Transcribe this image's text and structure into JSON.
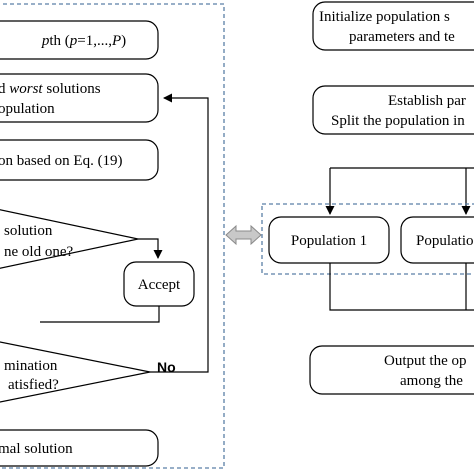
{
  "left": {
    "step1_pre": "",
    "step1_p": "p",
    "step1_mid": "th (",
    "step1_p2": "p",
    "step1_rest": "=1,...,",
    "step1_P": "P",
    "step1_close": ")",
    "step2_line1_pre": "d ",
    "step2_line1_em": "worst",
    "step2_line1_post": " solutions",
    "step2_line2": "opulation",
    "step3": "on based on Eq. (19)",
    "decision1_line1": "solution",
    "decision1_line2": "ne old one?",
    "accept": "Accept",
    "decision2_line1": "mination",
    "decision2_line2": "atisfied?",
    "no_label": "No",
    "final": "mal solution"
  },
  "right": {
    "init_line1": "Initialize population s",
    "init_line2": "parameters and te",
    "establish_line1": "Establish par",
    "establish_line2": "Split the population in",
    "pop1": "Population 1",
    "pop2": "Populatio",
    "output_line1": "Output the op",
    "output_line2": "among the"
  },
  "colors": {
    "dashed_border": "#5b7fa6",
    "arrow_fill": "#c8c8c8"
  }
}
